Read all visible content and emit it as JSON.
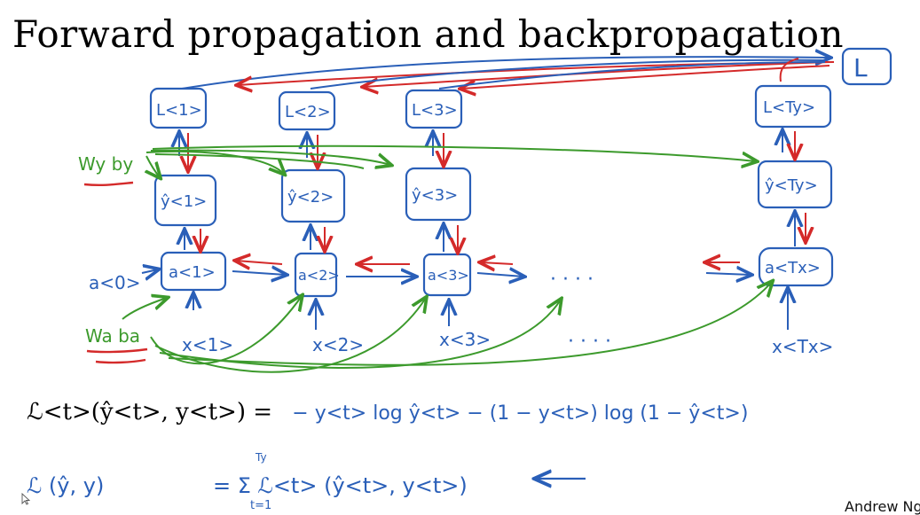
{
  "slide": {
    "title": "Forward propagation and backpropagation",
    "author": "Andrew Ng"
  },
  "diagram": {
    "total_loss": "L",
    "losses": [
      "L<1>",
      "L<2>",
      "L<3>",
      "L<Ty>"
    ],
    "outputs": [
      "ŷ<1>",
      "ŷ<2>",
      "ŷ<3>",
      "ŷ<Ty>"
    ],
    "activations": [
      "a<1>",
      "a<2>",
      "a<3>",
      "a<Tx>"
    ],
    "inputs": [
      "x<1>",
      "x<2>",
      "x<3>",
      "x<Tx>"
    ],
    "initial_activation": "a<0>",
    "output_params": "Wy by",
    "activation_params": "Wa ba",
    "ellipsis": "· · · ·",
    "colors": {
      "forward": "#2a5fb8",
      "backward": "#d42a2a",
      "params": "#3c9a2c",
      "underline": "#d42a2a"
    }
  },
  "formulas": {
    "per_step_loss_lhs": "ℒ<t>(ŷ<t>, y<t>) =",
    "per_step_loss_rhs": "− y<t> log ŷ<t> − (1 − y<t>) log (1 − ŷ<t>)",
    "total_loss_lhs": "ℒ (ŷ, y)",
    "total_loss_rhs": "= Σ ℒ<t> (ŷ<t>, y<t>)",
    "sum_upper": "Ty",
    "sum_lower": "t=1"
  }
}
